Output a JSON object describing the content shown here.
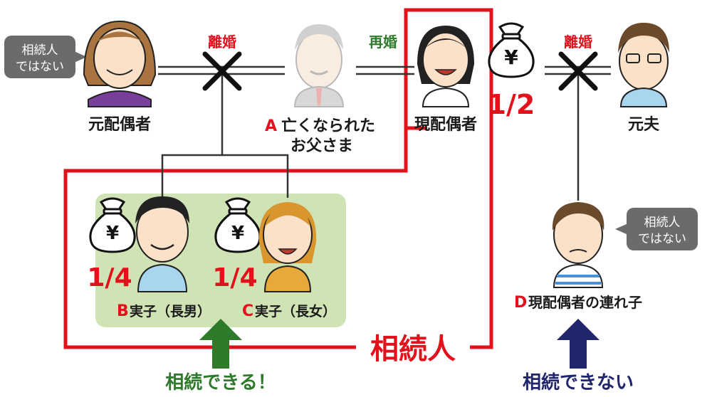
{
  "texts": {
    "not_heir_line1": "相続人",
    "not_heir_line2": "ではない",
    "divorce1": "離婚",
    "remarriage": "再婚",
    "divorce2": "離婚",
    "former_spouse": "元配偶者",
    "a_letter": "A",
    "a_line1": "亡くなられた",
    "a_line2": "お父さま",
    "current_spouse": "現配偶者",
    "spouse_share": "1/2",
    "former_husband": "元夫",
    "b_letter": "B",
    "b_label": "実子（長男）",
    "c_letter": "C",
    "c_label": "実子（長女）",
    "share_b": "1/4",
    "share_c": "1/4",
    "heirs": "相続人",
    "can_inherit": "相続できる！",
    "d_letter": "D",
    "d_label": "現配偶者の連れ子",
    "not_heir2_line1": "相続人",
    "not_heir2_line2": "ではない",
    "cannot_inherit": "相続できない",
    "yen_symbol": "¥"
  },
  "colors": {
    "accent_red": "#e2121c",
    "green_box": "#cfe3b4",
    "arrow_green": "#2d7a2a",
    "arrow_navy": "#20256e",
    "bubble_gray": "#6b6b6b"
  },
  "icons": [
    "money-bag-icon",
    "cross-mark-icon",
    "person-icon"
  ]
}
